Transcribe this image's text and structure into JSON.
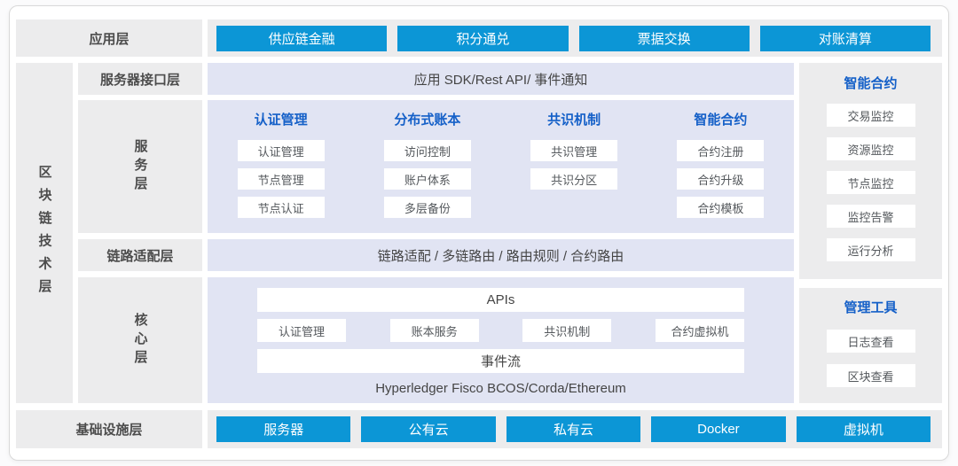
{
  "app_layer": {
    "label": "应用层",
    "buttons": [
      "供应链金融",
      "积分通兑",
      "票据交换",
      "对账清算"
    ]
  },
  "tech_layer": {
    "label": "区块链技术层",
    "interface_layer": {
      "label": "服务器接口层",
      "content": "应用 SDK/Rest API/ 事件通知"
    },
    "service_layer": {
      "label": "服务层",
      "columns": [
        {
          "header": "认证管理",
          "items": [
            "认证管理",
            "节点管理",
            "节点认证"
          ]
        },
        {
          "header": "分布式账本",
          "items": [
            "访问控制",
            "账户体系",
            "多层备份"
          ]
        },
        {
          "header": "共识机制",
          "items": [
            "共识管理",
            "共识分区"
          ]
        },
        {
          "header": "智能合约",
          "items": [
            "合约注册",
            "合约升级",
            "合约模板"
          ]
        }
      ]
    },
    "link_layer": {
      "label": "链路适配层",
      "content": "链路适配 / 多链路由 / 路由规则 / 合约路由"
    },
    "core_layer": {
      "label": "核心层",
      "apis_bar": "APIs",
      "modules": [
        "认证管理",
        "账本服务",
        "共识机制",
        "合约虚拟机"
      ],
      "event_bar": "事件流",
      "platforms": "Hyperledger Fisco BCOS/Corda/Ethereum"
    }
  },
  "side_panels": {
    "monitor": {
      "header": "智能合约",
      "items": [
        "交易监控",
        "资源监控",
        "节点监控",
        "监控告警",
        "运行分析"
      ]
    },
    "tools": {
      "header": "管理工具",
      "items": [
        "日志查看",
        "区块查看"
      ]
    }
  },
  "infra_layer": {
    "label": "基础设施层",
    "buttons": [
      "服务器",
      "公有云",
      "私有云",
      "Docker",
      "虚拟机"
    ]
  },
  "colors": {
    "accent_blue": "#0c96d6",
    "header_blue": "#1560c8",
    "lavender_band": "#e1e4f3",
    "gray_panel": "#ececed"
  }
}
